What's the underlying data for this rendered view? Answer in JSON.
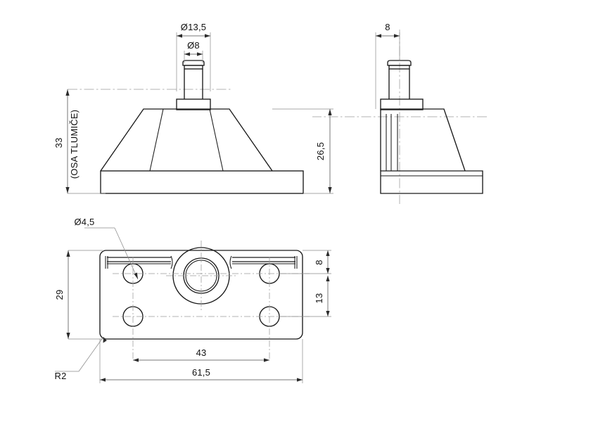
{
  "drawing": {
    "title": "Vibration damper mount - orthographic drawing",
    "units": "mm",
    "line_color": "#1a1a1a",
    "dimension_color": "#4a4a4a",
    "center_line_color": "#9a9a9a",
    "background": "#ffffff"
  },
  "views": {
    "front": {
      "name": "front-elevation-view",
      "dimensions": {
        "stud_outer_dia": "Ø13,5",
        "stud_inner_dia": "Ø8",
        "total_height": "33",
        "axis_note": "(OSA TLUMIČE)",
        "body_height": "26,5"
      }
    },
    "side": {
      "name": "side-elevation-view",
      "dimensions": {
        "stud_width": "8"
      }
    },
    "top": {
      "name": "top-plan-view",
      "dimensions": {
        "hole_dia": "Ø4,5",
        "plate_height": "29",
        "corner_radius": "R2",
        "hole_spacing_x": "43",
        "plate_width": "61,5",
        "edge_to_hole": "8",
        "hole_spacing_y": "13"
      }
    }
  },
  "labels": {
    "dia_13_5": "Ø13,5",
    "dia_8": "Ø8",
    "height_33": "33",
    "axis_note": "(OSA TLUMIČE)",
    "height_26_5": "26,5",
    "width_8": "8",
    "dia_4_5": "Ø4,5",
    "height_29": "29",
    "radius_r2": "R2",
    "length_43": "43",
    "length_61_5": "61,5",
    "offset_8": "8",
    "offset_13": "13"
  }
}
